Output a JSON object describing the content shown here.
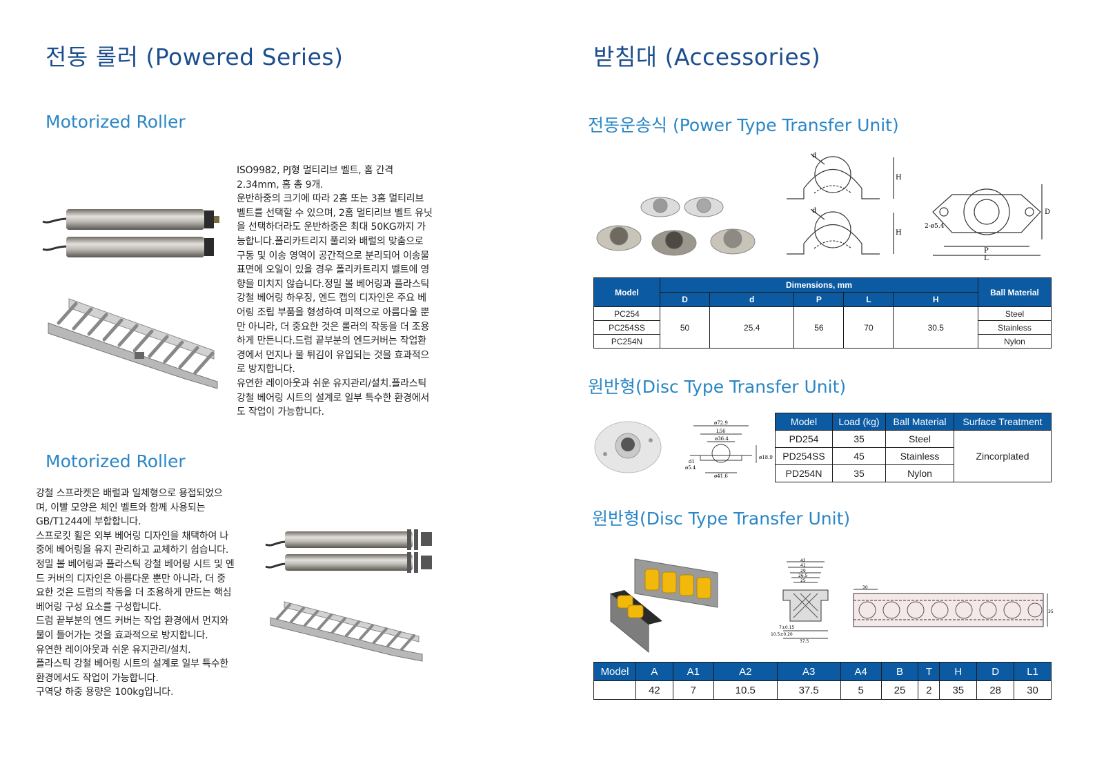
{
  "left": {
    "title": "전동 롤러 (Powered Series)",
    "section1": {
      "heading": "Motorized Roller",
      "text": "ISO9982, PJ형 멀티리브 벨트, 홈 간격\n2.34mm, 홈 총 9개.\n운반하중의 크기에 따라 2홈 또는 3홈 멀티리브\n벨트를 선택할 수 있으며, 2홈 멀티리브 벨트 유닛\n을 선택하더라도 운반하중은 최대 50KG까지 가\n능합니다.폴리카트리지 풀리와 배럴의 맞춤으로\n구동 및 이송 영역이 공간적으로 분리되어 이송물\n표면에 오일이 있을 경우 폴리카트리지 벨트에 영\n향을 미치지 않습니다.정밀 볼 베어링과 플라스틱\n강철 베어링 하우징, 엔드 캡의 디자인은 주요 베\n어링 조립 부품을 형성하여 미적으로 아름다울 뿐\n만 아니라, 더 중요한 것은 롤러의 작동을 더 조용\n하게 만든니다.드럼 끝부분의 엔드커버는 작업환\n경에서 먼지나 물 튀김이 유입되는 것을 효과적으\n로 방지합니다.\n유연한 레이아웃과 쉬운 유지관리/설치.플라스틱\n강철 베어링 시트의 설계로 일부 특수한 환경에서\n도 작업이 가능합니다."
    },
    "section2": {
      "heading": "Motorized Roller",
      "text": "강철 스프라켓은 배럴과 일체형으로 용접되었으\n며, 이빨 모양은 체인 벨트와 함께 사용되는\nGB/T1244에 부합합니다.\n스프로킷 휠은 외부 베어링 디자인을 채택하여 나\n중에 베어링을 유지 관리하고 교체하기 쉽습니다.\n정밀 볼 베어링과 플라스틱 강철 베어링 시트 및 엔\n드 커버의 디자인은 아름다운 뿐만 아니라, 더 중\n요한 것은 드럼의 작동을 더 조용하게 만드는 핵심\n베어링 구성 요소를 구성합니다.\n드럼 끝부분의 엔드 커버는 작업 환경에서 먼지와\n물이 들어가는 것을 효과적으로 방지합니다.\n유연한 레이아웃과 쉬운 유지관리/설치.\n플라스틱 강철 베어링 시트의 설계로 일부 특수한\n환경에서도 작업이 가능합니다.\n구역당 하중 용량은 100kg입니다."
    }
  },
  "right": {
    "title": "받침대 (Accessories)",
    "power": {
      "heading": "전동운송식 (Power Type Transfer Unit)",
      "diagram_labels": {
        "d": "d",
        "H": "H",
        "D": "D",
        "hole": "2-ø5.4",
        "P": "P",
        "L": "L"
      },
      "table": {
        "model_header": "Model",
        "dim_header": "Dimensions, mm",
        "ball_header": "Ball Material",
        "sub_headers": [
          "D",
          "d",
          "P",
          "L",
          "H"
        ],
        "models": [
          "PC254",
          "PC254SS",
          "PC254N"
        ],
        "dims": [
          "50",
          "25.4",
          "56",
          "70",
          "30.5"
        ],
        "balls": [
          "Steel",
          "Stainless",
          "Nylon"
        ]
      }
    },
    "disc1": {
      "heading": "원반형(Disc Type Transfer Unit)",
      "diagram_labels": {
        "a": "ø72.9",
        "b": "L56",
        "c": "ø36.4",
        "d1": "d1",
        "d2": "ø5.4",
        "e": "ø41.6",
        "f": "ø18.9"
      },
      "table": {
        "headers": [
          "Model",
          "Load (kg)",
          "Ball Material",
          "Surface Treatment"
        ],
        "rows": [
          [
            "PD254",
            "35",
            "Steel"
          ],
          [
            "PD254SS",
            "45",
            "Stainless"
          ],
          [
            "PD254N",
            "35",
            "Nylon"
          ]
        ],
        "surface": "Zincorplated"
      }
    },
    "disc2": {
      "heading": "원반형(Disc Type Transfer Unit)",
      "diagram_labels": {
        "a": "42",
        "b": "41",
        "c": "29",
        "d": "26.5",
        "e": "25",
        "f": "7±0.15",
        "g": "10.5±0.20",
        "h": "37.5",
        "i": "30",
        "j": "35"
      },
      "table": {
        "headers": [
          "Model",
          "A",
          "A1",
          "A2",
          "A3",
          "A4",
          "B",
          "T",
          "H",
          "D",
          "L1"
        ],
        "values": [
          "",
          "42",
          "7",
          "10.5",
          "37.5",
          "5",
          "25",
          "2",
          "35",
          "28",
          "30"
        ]
      }
    }
  },
  "colors": {
    "title": "#1c4e8d",
    "subtitle": "#2a86c5",
    "table_header": "#0b5aa2"
  },
  "icons": [
    "motorized-roller-image",
    "roller-conveyor-image",
    "ball-transfer-unit-image",
    "transfer-unit-drawing",
    "disc-transfer-unit-image",
    "roller-track-image"
  ]
}
